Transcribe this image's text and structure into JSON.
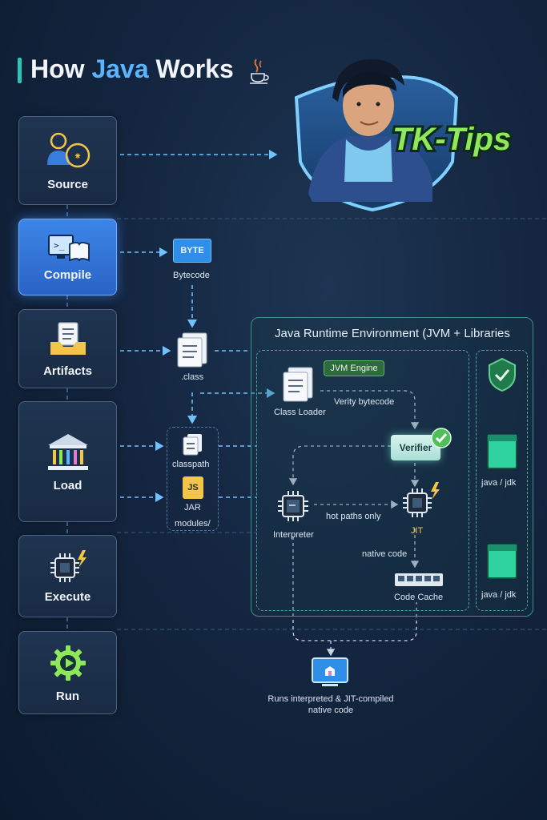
{
  "title": {
    "prefix": "How ",
    "accent": "Java",
    "suffix": " Works"
  },
  "brand": {
    "name": "TK-Tips"
  },
  "stages": [
    {
      "id": "source",
      "label": "Source"
    },
    {
      "id": "compile",
      "label": "Compile"
    },
    {
      "id": "artifacts",
      "label": "Artifacts"
    },
    {
      "id": "load",
      "label": "Load"
    },
    {
      "id": "execute",
      "label": "Execute"
    },
    {
      "id": "run",
      "label": "Run"
    }
  ],
  "bytecode": {
    "badge": "BYTE",
    "label": "Bytecode"
  },
  "artifact_file": {
    "label": ".class"
  },
  "classpath": {
    "label": "classpath"
  },
  "jar": {
    "badge": "JS",
    "label": "JAR",
    "sub": "modules/"
  },
  "jre": {
    "title": "Java Runtime Environment (JVM + Libraries",
    "engine_label": "JVM Engine",
    "class_loader": "Class Loader",
    "verify_label": "Verity bytecode",
    "verifier": "Verifier",
    "interpreter": "Interpreter",
    "hot_paths": "hot paths only",
    "jit": "JIT",
    "native_code": "native code",
    "code_cache": "Code Cache",
    "libraries": [
      "java / jdk",
      "java / jdk"
    ]
  },
  "run_output": {
    "line1": "Runs interpreted & JIT-compiled",
    "line2": "native code"
  },
  "colors": {
    "background": "#142640",
    "accent_blue": "#5ab4ff",
    "teal": "#2ec4b6",
    "compile_active": "#3c86e8",
    "green": "#59b56b",
    "brand_green": "#7ee04a"
  }
}
